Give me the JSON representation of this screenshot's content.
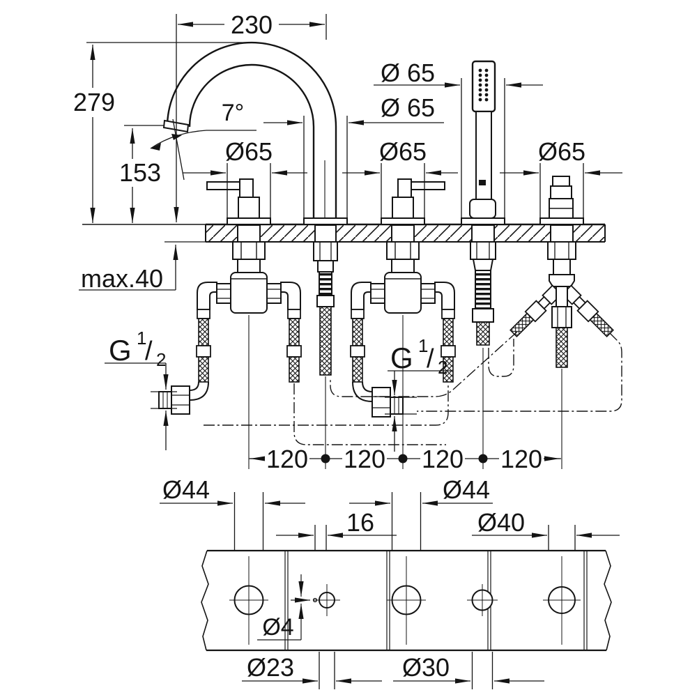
{
  "title": "bath-mixer-5-hole-technical-drawing",
  "colors": {
    "background": "#ffffff",
    "line": "#141414"
  },
  "side": {
    "reach": "230",
    "height": "279",
    "outlet_height": "153",
    "angle": "7°",
    "esc_shower": "Ø 65",
    "esc_spout": "Ø 65",
    "esc_handle_left": "Ø65",
    "esc_handle_right": "Ø65",
    "esc_diverter": "Ø65",
    "deck": "max.40",
    "spacing": [
      "120",
      "120",
      "120",
      "120"
    ],
    "thread": {
      "g": "G",
      "sup": "1",
      "slash": "/",
      "sub": "2"
    }
  },
  "plan": {
    "hole1": "Ø44",
    "hole2": "Ø23",
    "hole3": "Ø44",
    "hole4": "Ø30",
    "hole5": "Ø40",
    "pin": "Ø4",
    "offset16": "16"
  }
}
